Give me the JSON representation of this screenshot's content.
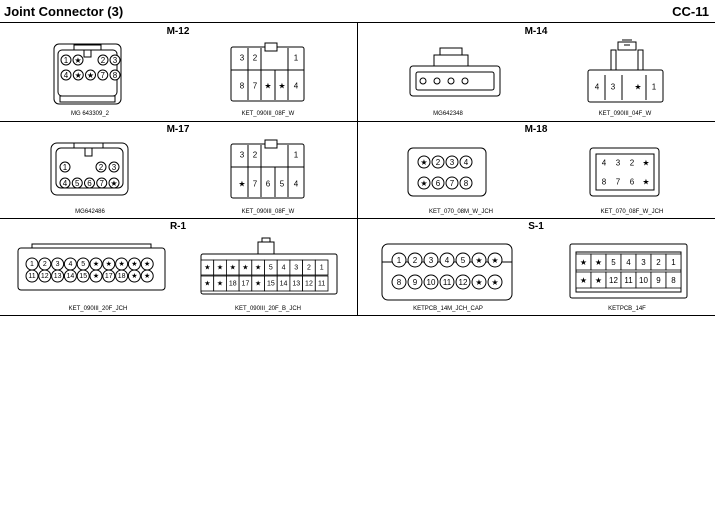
{
  "header": {
    "title": "Joint Connector (3)",
    "code": "CC-11"
  },
  "sections": [
    {
      "title": "M-12",
      "female": {
        "caption": "MG 643309_2",
        "pins": [
          "1",
          "★",
          "2",
          "3",
          "4",
          "★",
          "★",
          "7",
          "8"
        ]
      },
      "male": {
        "caption": "KET_090III_08F_W",
        "top": [
          "3",
          "2",
          "1"
        ],
        "bottom": [
          "8",
          "7",
          "★",
          "★",
          "4"
        ]
      }
    },
    {
      "title": "M-14",
      "female": {
        "caption": "MG642348"
      },
      "male": {
        "caption": "KET_090III_04F_W",
        "pins": [
          "4",
          "3",
          "★",
          "1"
        ]
      }
    },
    {
      "title": "M-17",
      "female": {
        "caption": "MG642486",
        "pins": [
          "1",
          "2",
          "3",
          "4",
          "5",
          "6",
          "7",
          "★"
        ]
      },
      "male": {
        "caption": "KET_090III_08F_W",
        "top": [
          "3",
          "2",
          "1"
        ],
        "bottom": [
          "★",
          "7",
          "6",
          "5",
          "4"
        ]
      }
    },
    {
      "title": "M-18",
      "female": {
        "caption": "KET_070_08M_W_JCH",
        "top": [
          "★",
          "2",
          "3",
          "4"
        ],
        "bottom": [
          "★",
          "6",
          "7",
          "8"
        ]
      },
      "male": {
        "caption": "KET_070_08F_W_JCH",
        "top": [
          "4",
          "3",
          "2",
          "★"
        ],
        "bottom": [
          "8",
          "7",
          "6",
          "★"
        ]
      }
    },
    {
      "title": "R-1",
      "female": {
        "caption": "KET_090III_20F_JCH",
        "top": [
          "1",
          "2",
          "3",
          "4",
          "5",
          "★",
          "★",
          "★",
          "★",
          "★"
        ],
        "bottom": [
          "11",
          "12",
          "13",
          "14",
          "15",
          "★",
          "17",
          "18",
          "★",
          "★"
        ]
      },
      "male": {
        "caption": "KET_090III_20F_B_JCH",
        "top": [
          "★",
          "★",
          "★",
          "★",
          "★",
          "5",
          "4",
          "3",
          "2",
          "1"
        ],
        "bottom": [
          "★",
          "★",
          "18",
          "17",
          "★",
          "15",
          "14",
          "13",
          "12",
          "11"
        ]
      }
    },
    {
      "title": "S-1",
      "female": {
        "caption": "KETPCB_14M_JCH_CAP",
        "top": [
          "1",
          "2",
          "3",
          "4",
          "5",
          "★",
          "★"
        ],
        "bottom": [
          "8",
          "9",
          "10",
          "11",
          "12",
          "★",
          "★"
        ]
      },
      "male": {
        "caption": "KETPCB_14F",
        "top": [
          "★",
          "★",
          "5",
          "4",
          "3",
          "2",
          "1"
        ],
        "bottom": [
          "★",
          "★",
          "12",
          "11",
          "10",
          "9",
          "8"
        ]
      }
    }
  ]
}
